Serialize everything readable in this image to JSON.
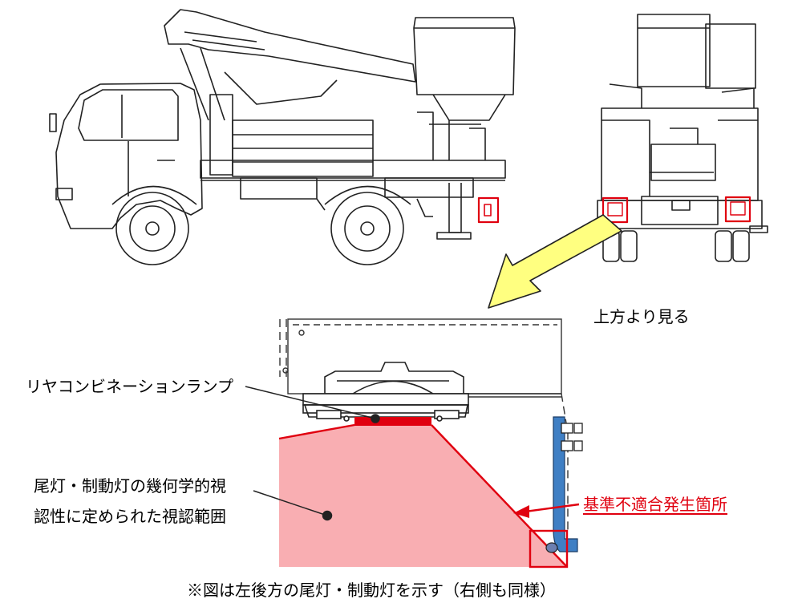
{
  "labels": {
    "view_from_above": "上方より見る",
    "rear_combination_lamp": "リヤコンビネーションランプ",
    "visibility_range_line1": "尾灯・制動灯の幾何学的視",
    "visibility_range_line2": "認性に定められた視認範囲",
    "nonconformity_location": "基準不適合発生箇所",
    "footnote": "※図は左後方の尾灯・制動灯を示す（右側も同様）"
  },
  "colors": {
    "highlight_red": "#e0000f",
    "visibility_zone_pink": "#f9aeb2",
    "arrow_yellow": "#ffff80",
    "bracket_blue": "#3f7fc4",
    "line_art": "#222222"
  }
}
